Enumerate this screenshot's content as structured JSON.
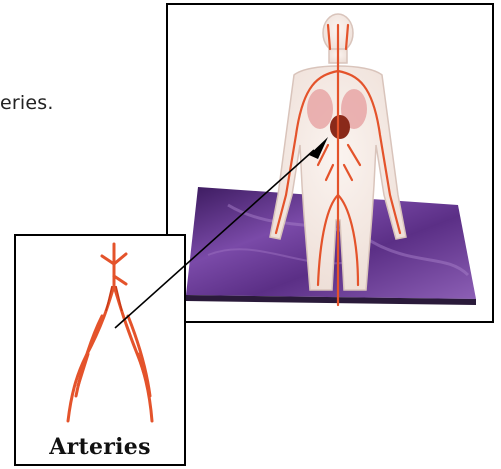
{
  "text_fragment": "eries.",
  "inset_label": "Arteries",
  "colors": {
    "artery": "#e4532b",
    "artery_dark": "#c93a17",
    "body_fill": "#f6ede8",
    "body_outline": "#d9c4bb",
    "platform_purple": "#5b2f86",
    "platform_edge": "#2a1a3a",
    "lung": "#e8a6a6",
    "heart": "#8a2a1a"
  },
  "icons": [
    "human-body-illustration",
    "artery-tree-illustration",
    "pointer-arrow"
  ]
}
